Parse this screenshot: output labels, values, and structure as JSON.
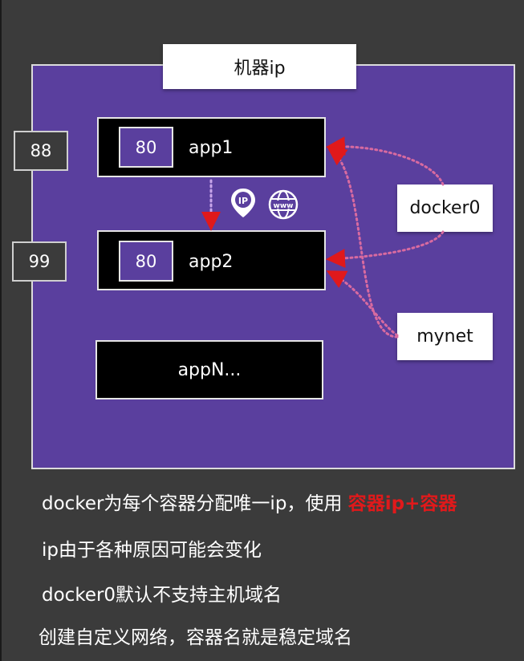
{
  "host": {
    "label": "机器ip"
  },
  "apps": [
    {
      "name": "app1",
      "port": "80",
      "host_port": "88"
    },
    {
      "name": "app2",
      "port": "80",
      "host_port": "99"
    },
    {
      "name": "appN..."
    }
  ],
  "networks": {
    "docker0": "docker0",
    "mynet": "mynet"
  },
  "icons": [
    "ip-pin-icon",
    "www-globe-icon"
  ],
  "colors": {
    "host_bg": "#5a3f9e",
    "arrow": "#e0191b",
    "arrow_light": "#c7a8e8",
    "highlight": "#e0191b"
  },
  "captions": {
    "line1_prefix": "docker为每个容器分配唯一ip，使用 ",
    "line1_highlight": "容器ip+容器",
    "line2": "ip由于各种原因可能会变化",
    "line3": "docker0默认不支持主机域名",
    "line4": "创建自定义网络，容器名就是稳定域名"
  }
}
